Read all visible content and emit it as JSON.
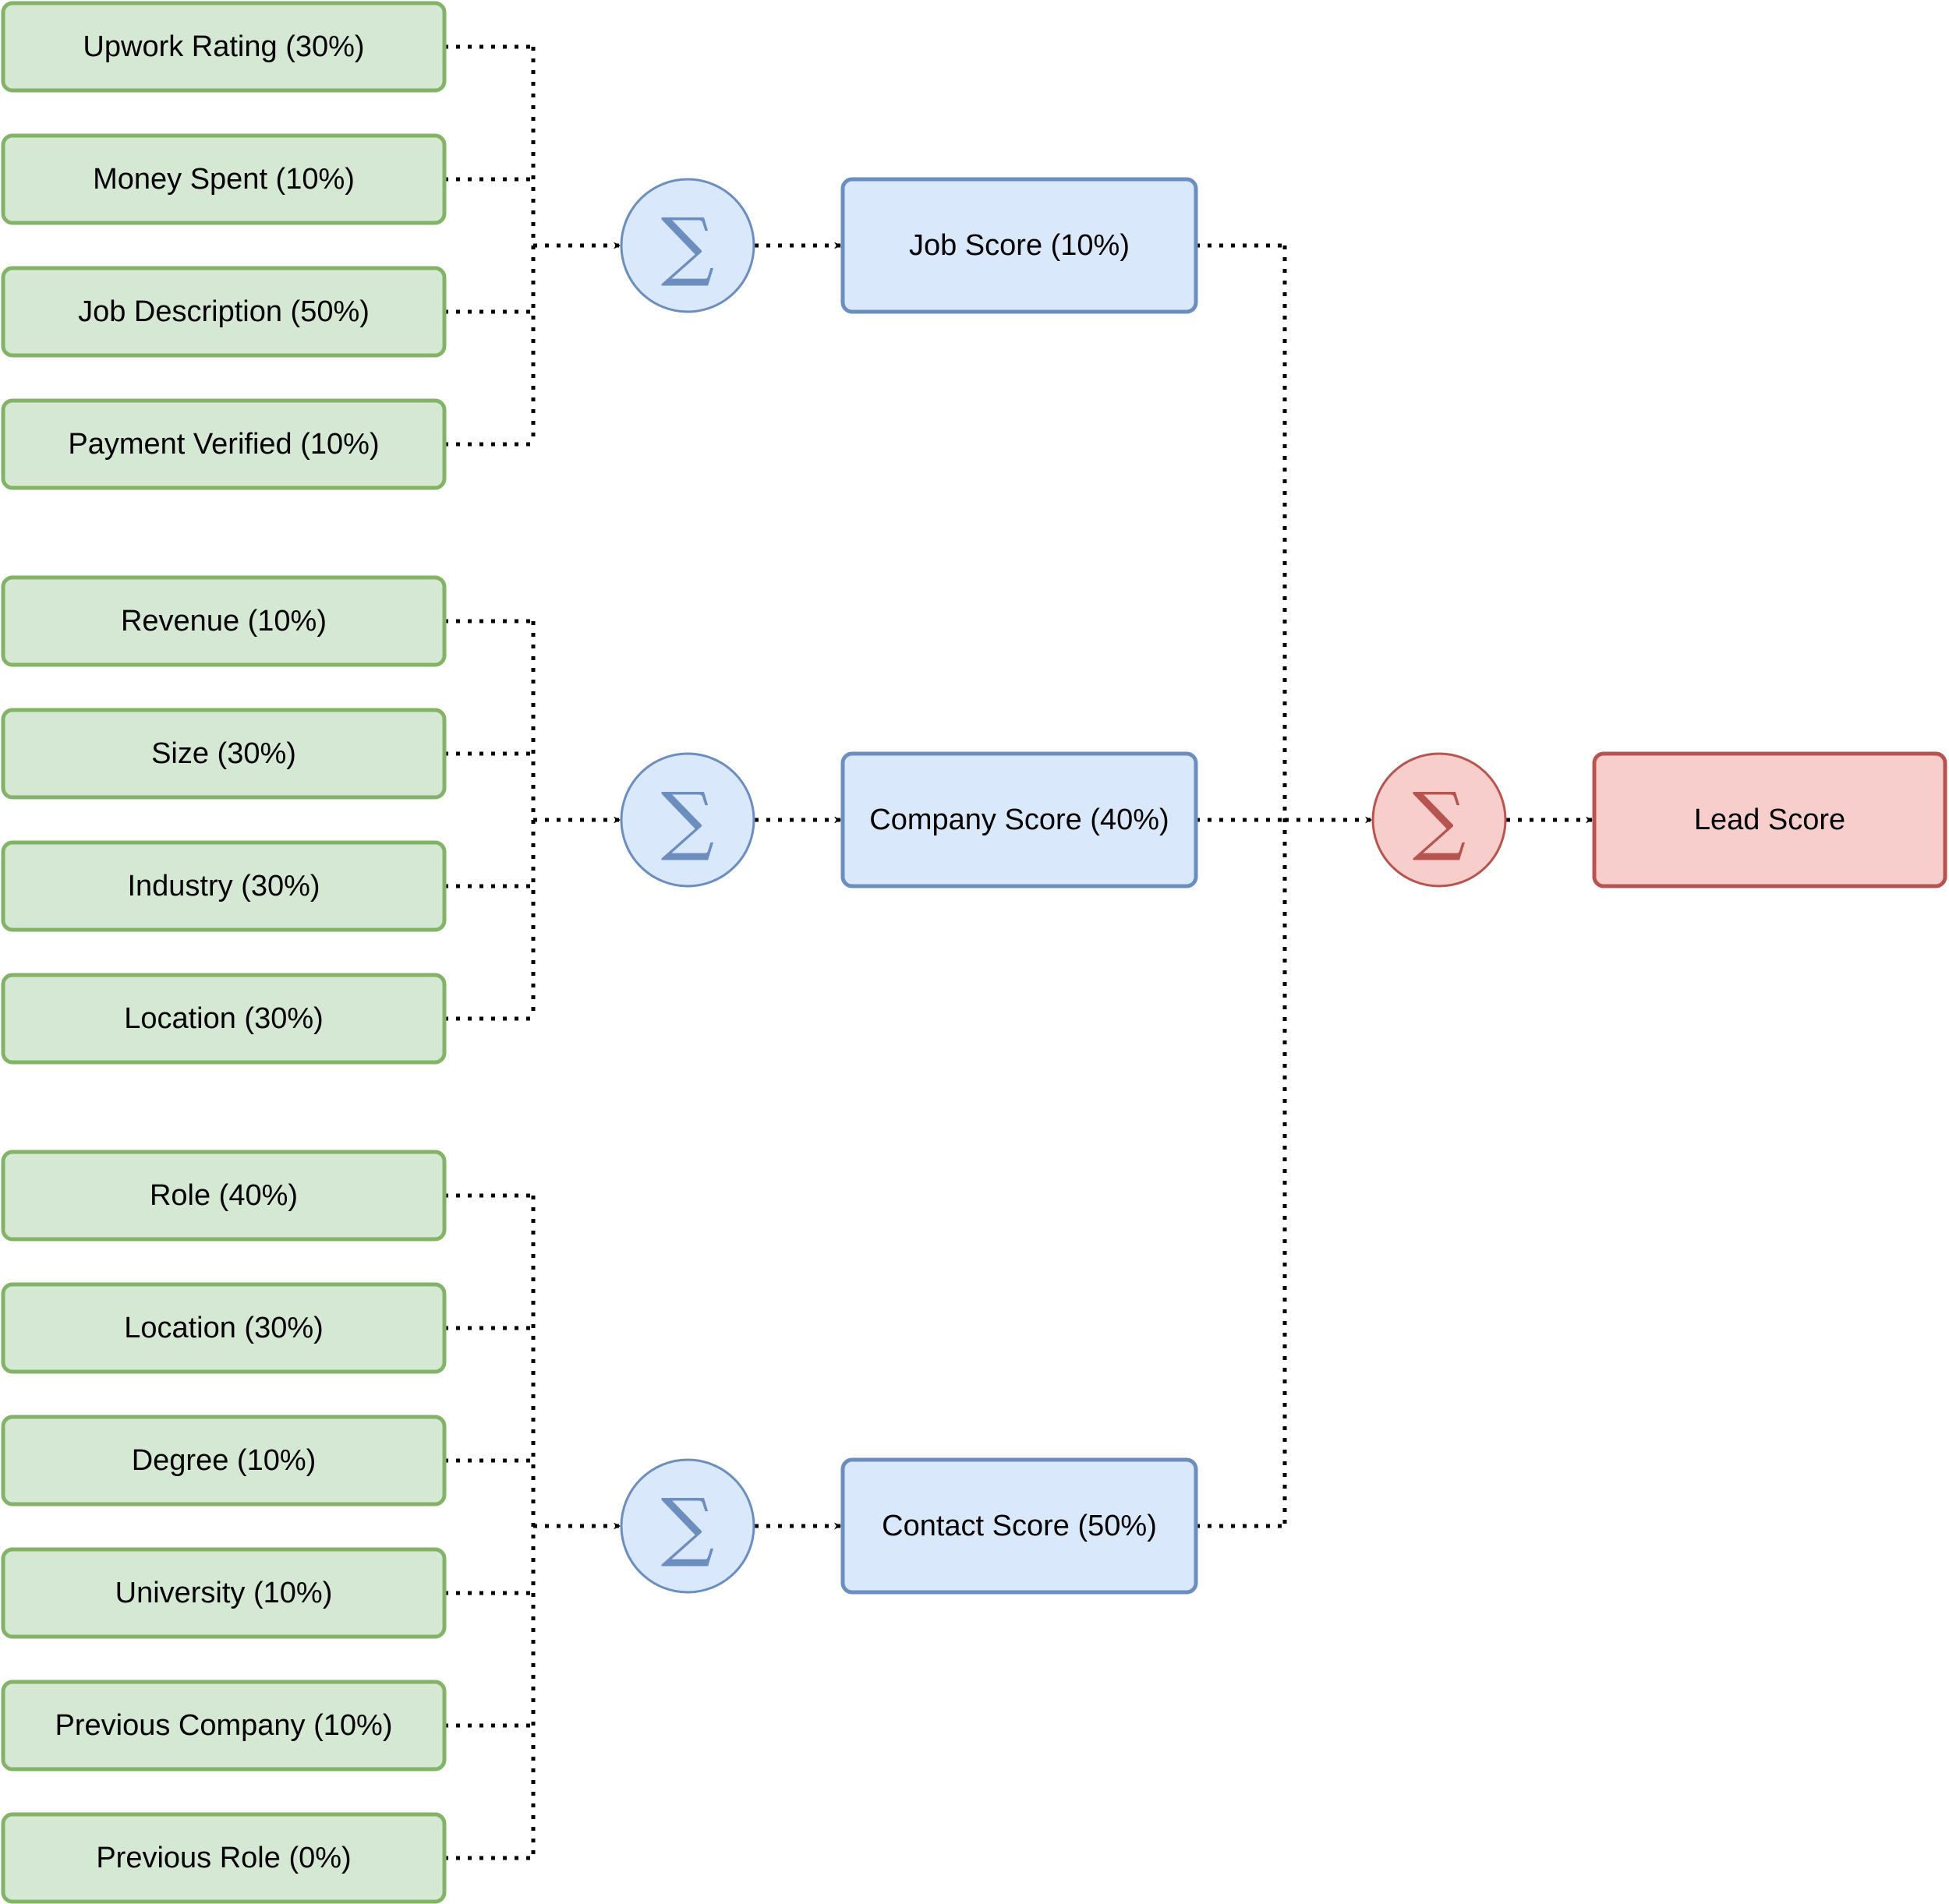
{
  "colors": {
    "input_fill": "#d5e8d4",
    "input_stroke": "#82b366",
    "score_fill": "#dae8fc",
    "score_stroke": "#6c8ebf",
    "lead_fill": "#f8cecc",
    "lead_stroke": "#b85450",
    "connector": "#000000"
  },
  "sum_symbol": "∑",
  "groups": [
    {
      "inputs": [
        "Upwork Rating (30%)",
        "Money Spent (10%)",
        "Job Description (50%)",
        "Payment Verified (10%)"
      ],
      "score_label": "Job Score (10%)"
    },
    {
      "inputs": [
        "Revenue (10%)",
        "Size (30%)",
        "Industry (30%)",
        "Location (30%)"
      ],
      "score_label": "Company Score (40%)"
    },
    {
      "inputs": [
        "Role (40%)",
        "Location (30%)",
        "Degree (10%)",
        "University (10%)",
        "Previous Company (10%)",
        "Previous Role (0%)"
      ],
      "score_label": "Contact Score (50%)"
    }
  ],
  "final": {
    "label": "Lead Score"
  }
}
